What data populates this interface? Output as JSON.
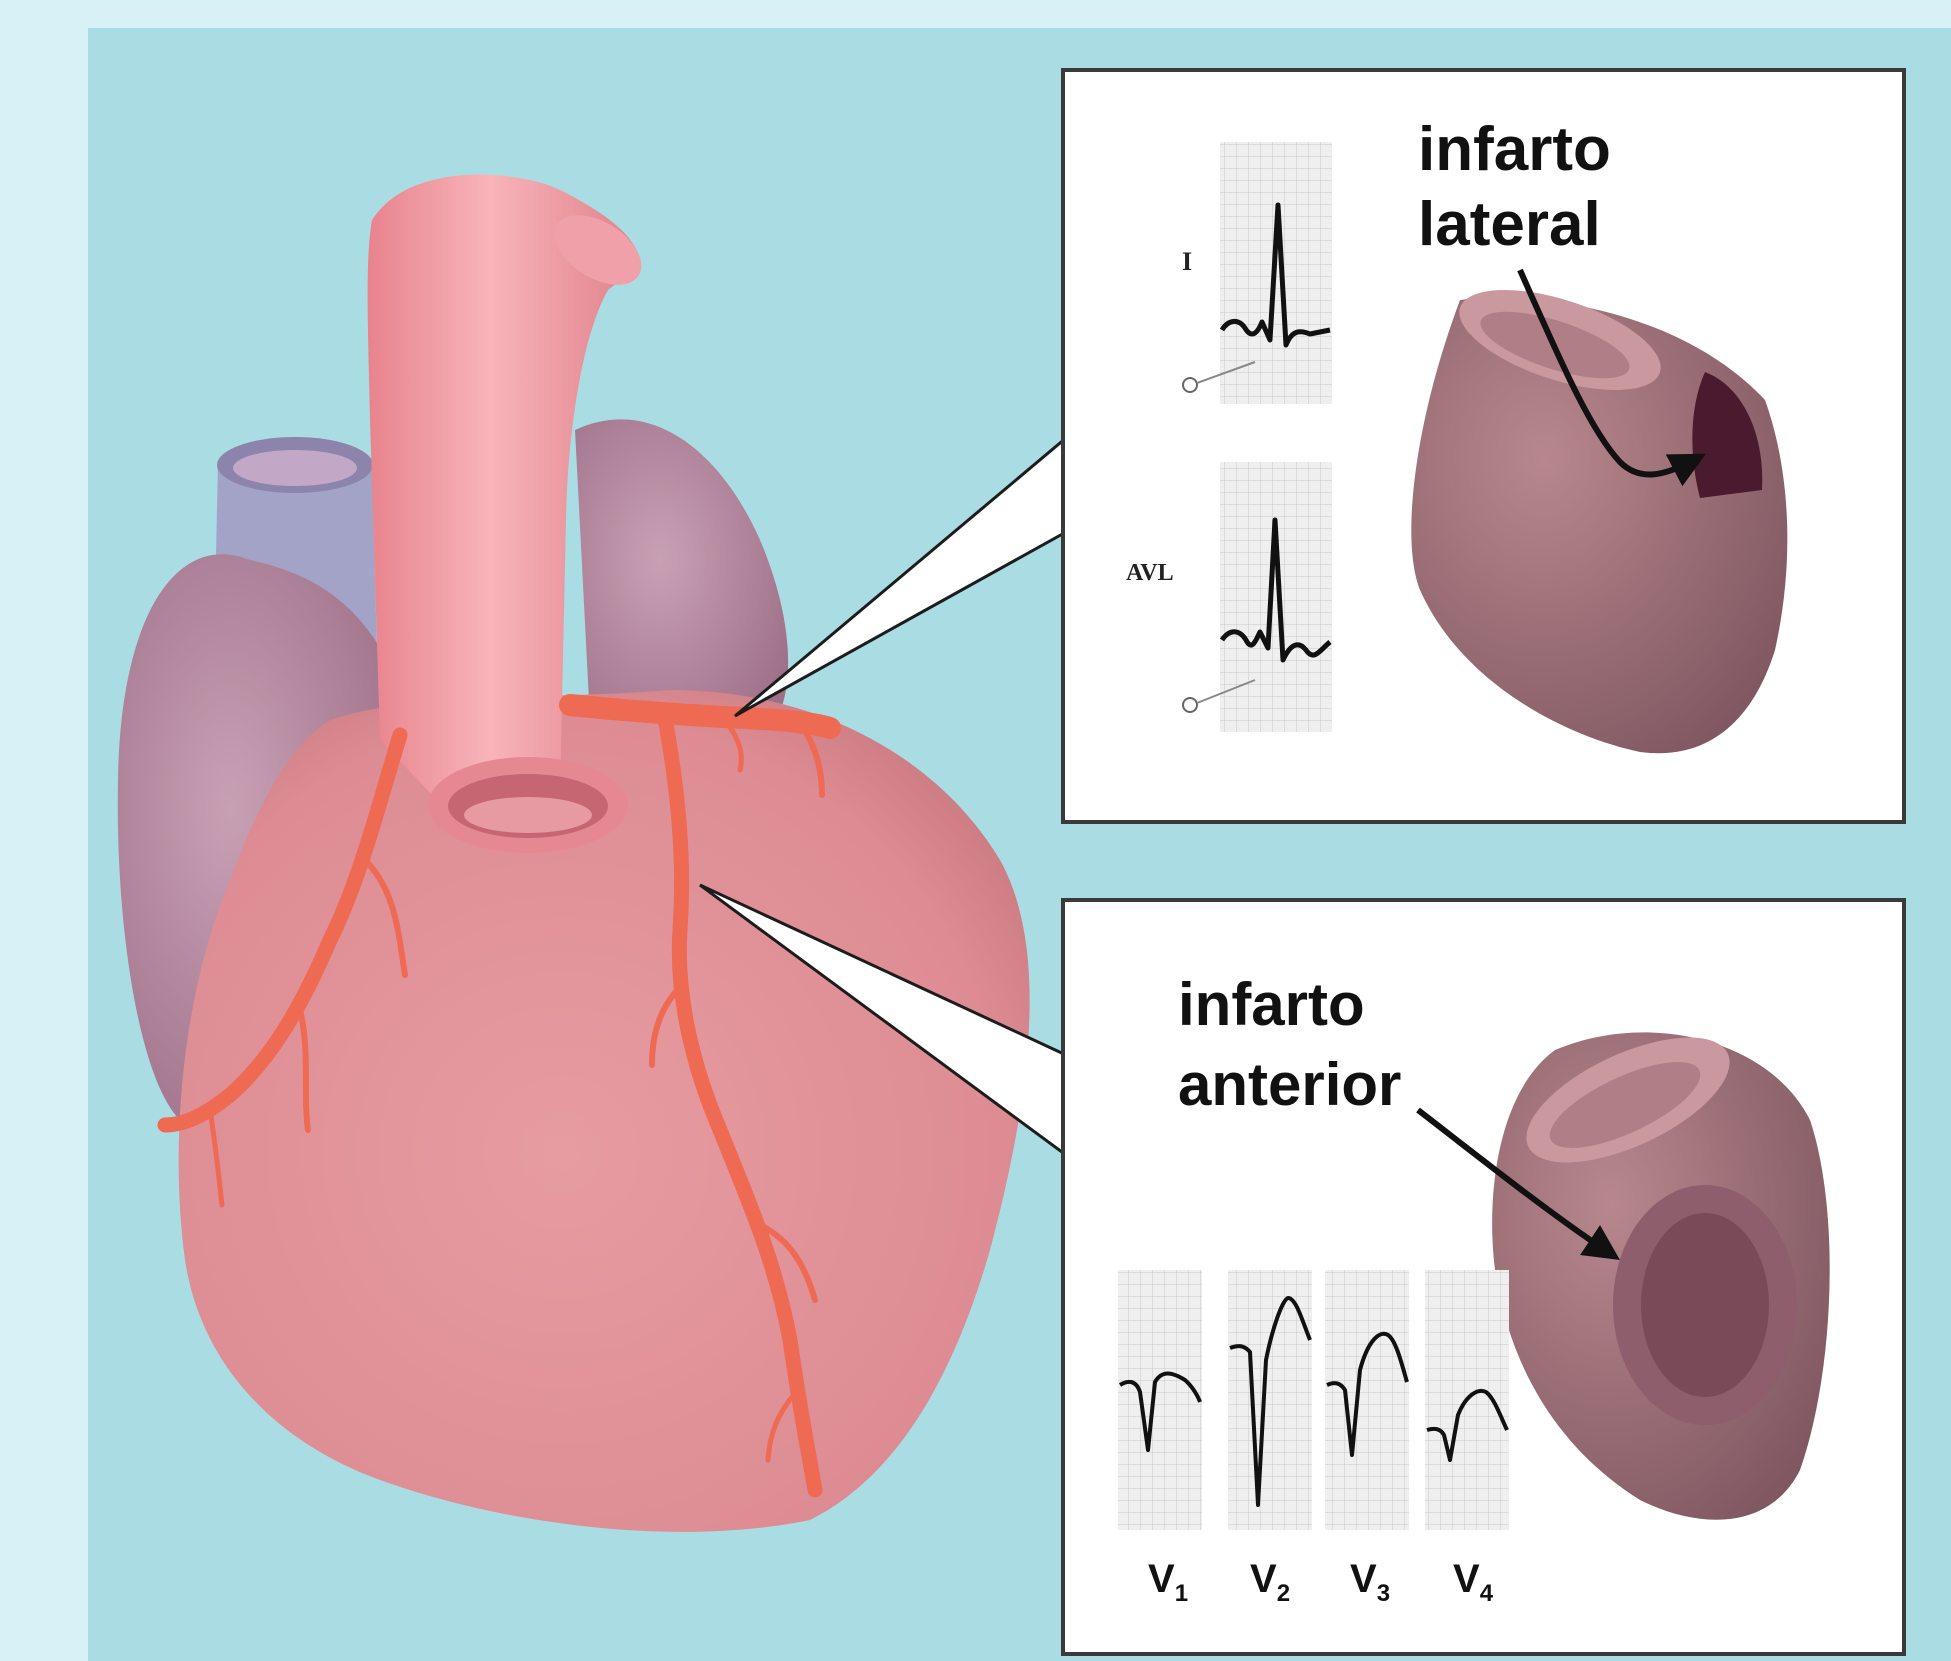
{
  "colors": {
    "outer_background": "#d7f1f6",
    "panel_background": "#aadde3",
    "heart_ventricle": "#e0949a",
    "aorta": "#f39fa6",
    "coronary_artery": "#ee6a52",
    "atrium": "#b98fa6",
    "vena_cava": "#a3a3c8",
    "infarct_zone": "#4a1a2e"
  },
  "lateral_panel": {
    "title_line1": "infarto",
    "title_line2": "lateral",
    "lead_I": "I",
    "lead_aVL": "AVL"
  },
  "anterior_panel": {
    "title_line1": "infarto",
    "title_line2": "anterior",
    "leads": [
      {
        "letter": "V",
        "index": "1"
      },
      {
        "letter": "V",
        "index": "2"
      },
      {
        "letter": "V",
        "index": "3"
      },
      {
        "letter": "V",
        "index": "4"
      }
    ]
  }
}
